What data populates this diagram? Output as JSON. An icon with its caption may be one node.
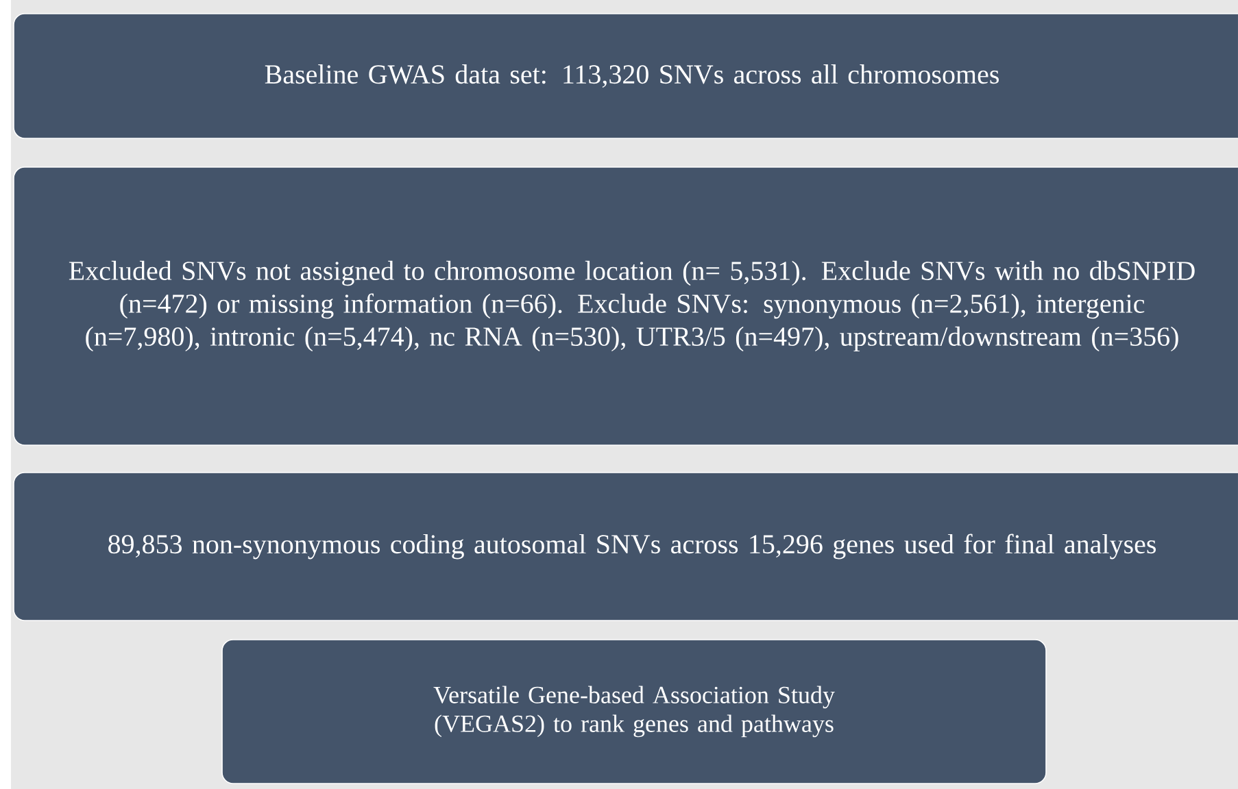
{
  "diagram": {
    "nodes": [
      {
        "text": [
          "Baseline GWAS data set: 113,320 SNVs across all chromosomes"
        ]
      },
      {
        "text": [
          "Excluded SNVs not assigned to chromosome location (n= 5,531). Exclude SNVs with no dbSNPID (n=472) or missing information (n=66). Exclude SNVs: synonymous (n=2,561), intergenic (n=7,980), intronic (n=5,474), nc RNA (n=530), UTR3/5 (n=497), upstream/downstream (n=356)"
        ]
      },
      {
        "text": [
          "89,853 non-synonymous coding autosomal SNVs across 15,296 genes used for final analyses"
        ]
      },
      {
        "text": [
          "Versatile Gene-based Association Study (VEGAS2) to rank genes and pathways"
        ]
      }
    ]
  }
}
